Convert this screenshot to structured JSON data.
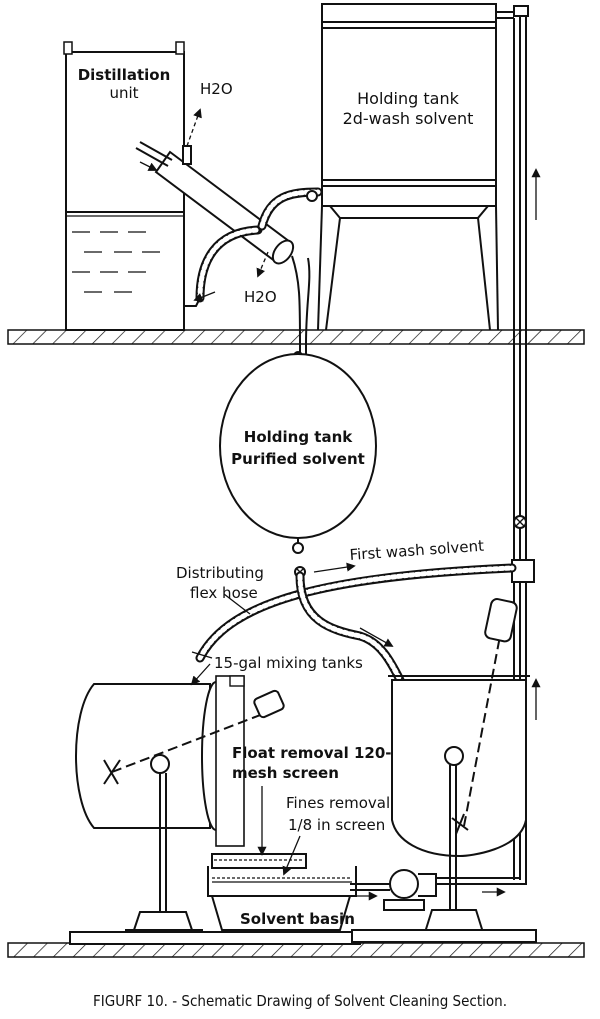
{
  "labels": {
    "distillation_line1": "Distillation",
    "distillation_line2": "unit",
    "h2o_in": "H2O",
    "h2o_out": "H2O",
    "holding2_line1": "Holding tank",
    "holding2_line2": "2d-wash solvent",
    "holding_p_line1": "Holding tank",
    "holding_p_line2": "Purified solvent",
    "distributing_line1": "Distributing",
    "distributing_line2": "flex hose",
    "first_wash": "First wash solvent",
    "mixing_tanks": "15-gal mixing tanks",
    "float_line1": "Float removal 120-",
    "float_line2": "mesh screen",
    "fines_line1": "Fines removal",
    "fines_line2": "1/8 in screen",
    "solvent_basin": "Solvent basin"
  },
  "caption": "FIGURF 10. - Schematic Drawing of Solvent Cleaning Section."
}
